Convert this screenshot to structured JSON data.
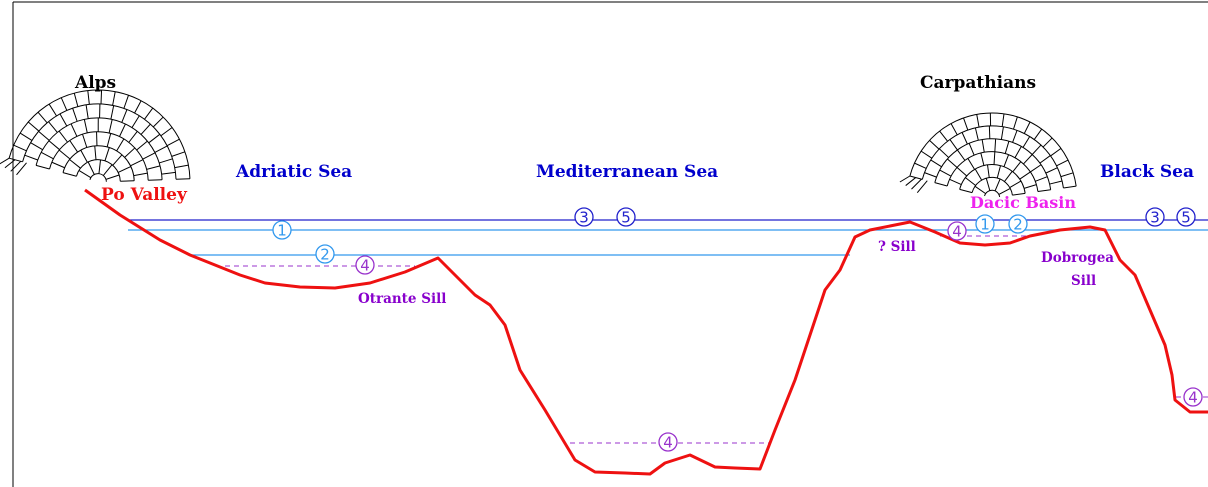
{
  "mountains": [
    {
      "label": "Alps"
    },
    {
      "label": "Carpathians"
    }
  ],
  "seas": [
    {
      "label": "Adriatic Sea"
    },
    {
      "label": "Mediterranean Sea"
    },
    {
      "label": "Black Sea"
    }
  ],
  "features": {
    "po_valley": "Po Valley",
    "dacic_basin": "Dacic Basin",
    "otrante_sill": "Otrante Sill",
    "unknown_sill": "? Sill",
    "dobrogea_sill_line1": "Dobrogea",
    "dobrogea_sill_line2": "Sill"
  },
  "level_markers": {
    "m1": "1",
    "m2": "2",
    "m3": "3",
    "m4": "4",
    "m5": "5"
  },
  "colors": {
    "frame": "#000000",
    "mountain": "#000000",
    "sea_label": "#0000cc",
    "profile": "#ee1111",
    "po_valley": "#ee1111",
    "dacic_basin": "#ee22ee",
    "sill_label": "#8800cc",
    "level_dark": "#2222cc",
    "level_light": "#3399ee",
    "level_dashed": "#9933cc"
  }
}
